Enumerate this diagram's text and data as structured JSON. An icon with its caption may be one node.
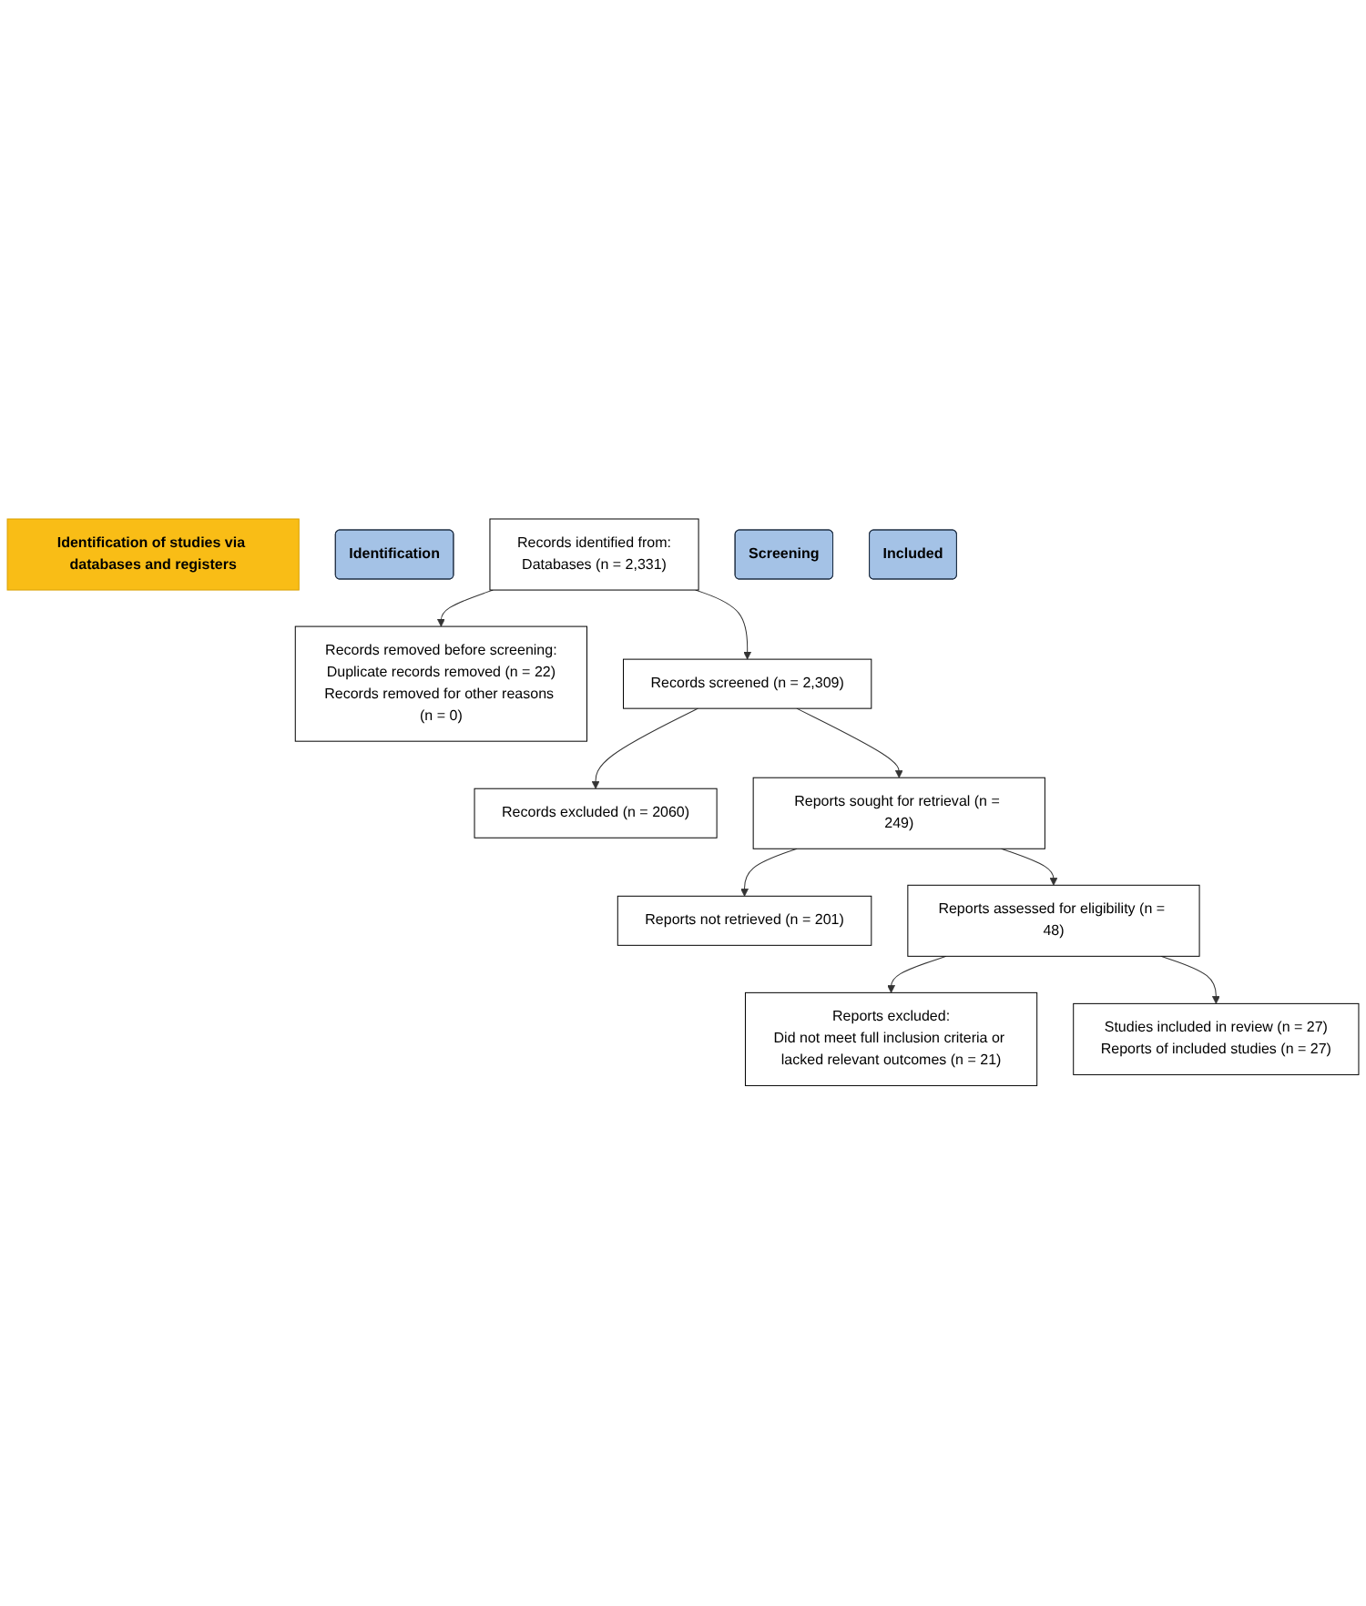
{
  "diagram": {
    "nodes": [
      {
        "text": [
          "Identification of studies via databases and registers"
        ]
      },
      {
        "text": [
          "Identification"
        ]
      },
      {
        "text": [
          "Records identified from:",
          "Databases (n = 2,331)"
        ]
      },
      {
        "text": [
          "Records removed before screening:",
          "Duplicate records removed (n = 22)",
          "Records removed for other reasons (n = 0)"
        ]
      },
      {
        "text": [
          "Screening"
        ]
      },
      {
        "text": [
          "Records screened (n = 2,309)"
        ]
      },
      {
        "text": [
          "Records excluded (n = 2060)"
        ]
      },
      {
        "text": [
          "Reports sought for retrieval (n = 249)"
        ]
      },
      {
        "text": [
          "Reports not retrieved (n = 201)"
        ]
      },
      {
        "text": [
          "Reports assessed for eligibility (n = 48)"
        ]
      },
      {
        "text": [
          "Reports excluded:",
          "Did not meet full inclusion criteria or lacked relevant outcomes (n = 21)"
        ]
      },
      {
        "text": [
          "Included"
        ]
      },
      {
        "text": [
          "Studies included in review (n = 27)",
          "Reports of included studies (n = 27)"
        ]
      }
    ],
    "edges": [
      {
        "from": 2,
        "to": 3,
        "arrow": "to"
      },
      {
        "from": 2,
        "to": 5,
        "arrow": "to"
      },
      {
        "from": 5,
        "to": 6,
        "arrow": "to"
      },
      {
        "from": 5,
        "to": 7,
        "arrow": "to"
      },
      {
        "from": 7,
        "to": 8,
        "arrow": "to"
      },
      {
        "from": 7,
        "to": 9,
        "arrow": "to"
      },
      {
        "from": 9,
        "to": 10,
        "arrow": "to"
      },
      {
        "from": 9,
        "to": 12,
        "arrow": "to"
      }
    ]
  }
}
